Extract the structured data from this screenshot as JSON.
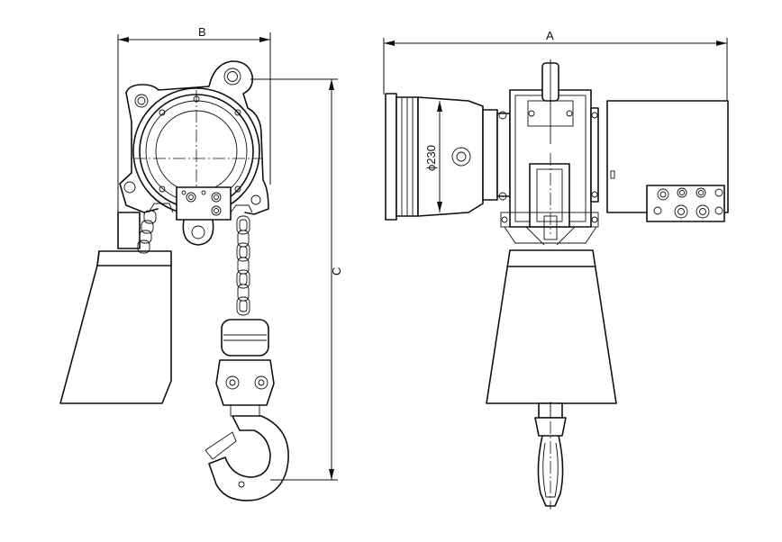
{
  "dimensions": {
    "width_label": "B",
    "length_label": "A",
    "height_label": "C",
    "diameter_label": "ϕ230"
  },
  "views": [
    "side-view",
    "front-view"
  ]
}
